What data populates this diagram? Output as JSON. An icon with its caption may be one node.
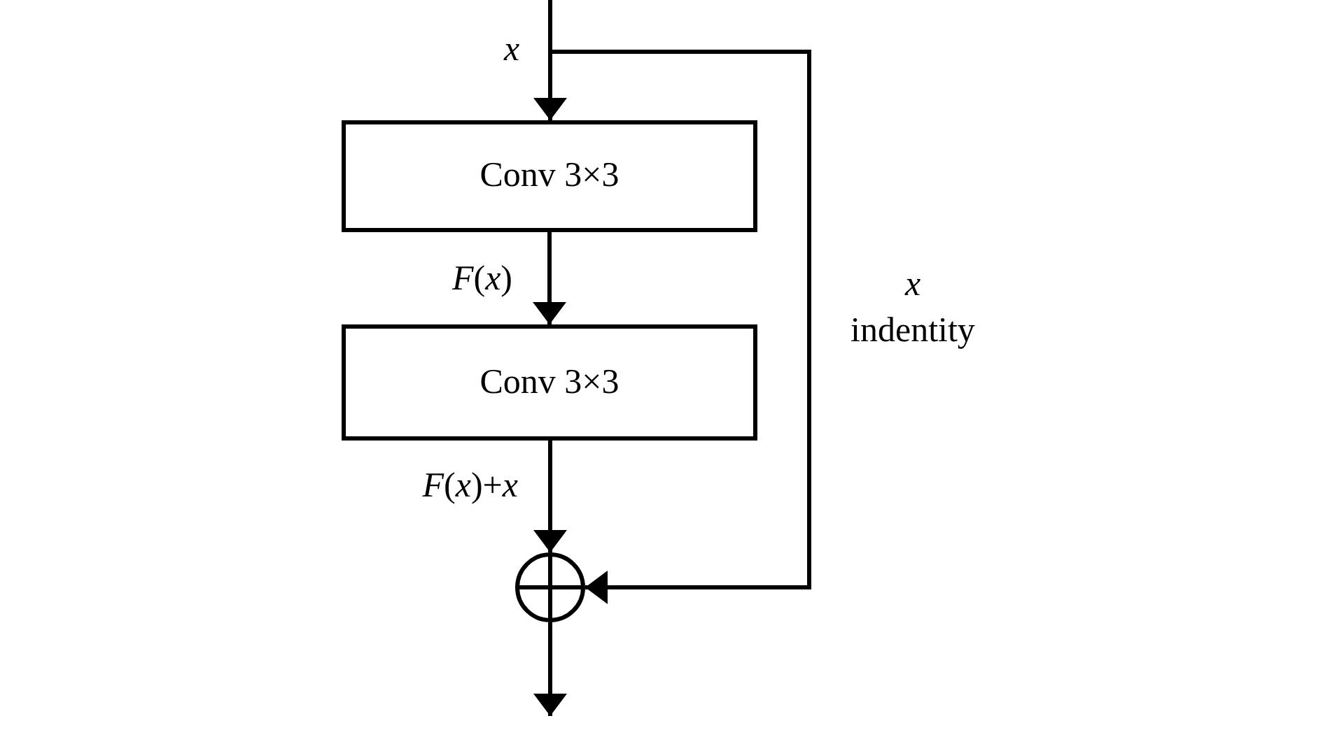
{
  "diagram": {
    "nodes": [
      {
        "text": [
          "Conv 3×3"
        ]
      },
      {
        "text": [
          "Conv 3×3"
        ]
      },
      {
        "text": [],
        "shape": "circle"
      }
    ],
    "edges": [
      {
        "from": null,
        "to": 0,
        "arrow": "to",
        "label": "x"
      },
      {
        "from": 0,
        "to": 1,
        "arrow": "to",
        "label": "*F*(*x*)"
      },
      {
        "from": 1,
        "to": 2,
        "arrow": "to",
        "label": "*F*(*x*)+*x*"
      },
      {
        "from": null,
        "to": 2,
        "arrow": "to",
        "label": "*x* indentity"
      },
      {
        "from": 2,
        "to": null,
        "arrow": "to"
      }
    ]
  }
}
